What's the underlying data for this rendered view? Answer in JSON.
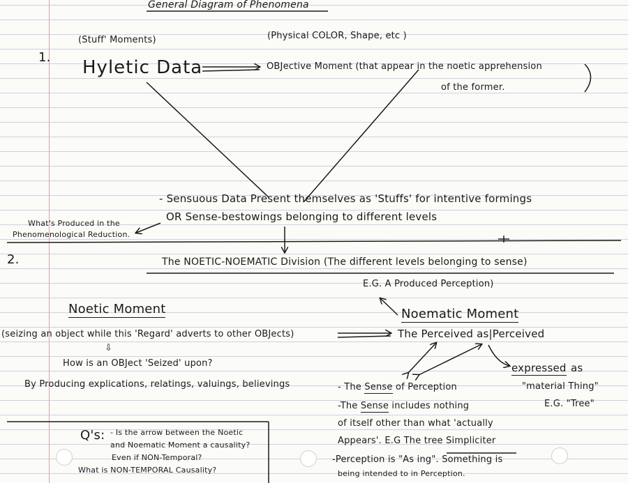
{
  "title": "General Diagram of Phenomena",
  "section1": {
    "number": "1.",
    "stuff_moments": "(Stuff' Moments)",
    "physical": "(Physical COLOR, Shape, etc )",
    "hyletic": "Hyletic Data",
    "objective_line1": "OBJective Moment (that appear in the noetic apprehension",
    "objective_line2": "of the former.",
    "sensuous_line1": "- Sensuous Data Present themselves as 'Stuffs' for intentive formings",
    "sensuous_line2": "OR Sense-bestowings belonging to different levels",
    "produced_line1": "What's Produced in the",
    "produced_line2": "Phenomenological Reduction."
  },
  "section2": {
    "number": "2.",
    "heading": "The NOETIC-NOEMATIC Division (The different levels belonging to sense)",
    "eg_perception": "E.G. A Produced Perception)",
    "noetic_title": "Noetic Moment",
    "noetic_desc": "(seizing an object while this 'Regard' adverts to other OBJects)",
    "noematic_title": "Noematic Moment",
    "perceived": "The Perceived as|Perceived",
    "down_arrow": "⇩",
    "how_seized": "How is an OBJect 'Seized' upon?",
    "by_producing": "By Producing explications, relatings, valuings, believings",
    "expressed_label": "expressed",
    "expressed_as": "as",
    "material_thing": "\"material Thing\"",
    "eg_tree": "E.G. \"Tree\"",
    "sense_line1_a": "- The ",
    "sense_line1_b": "Sense",
    "sense_line1_c": " of Perception",
    "sense_line2_a": "-The ",
    "sense_line2_b": "Sense",
    "sense_line2_c": " includes nothing",
    "sense_line3": "of itself other than what 'actually",
    "sense_line4_a": "Appears'. E.G The tree ",
    "sense_line4_b": "Simpliciter",
    "sense_line5": "-Perception is \"As ing\". Something is",
    "sense_line6": "being intended to in Perception."
  },
  "questions": {
    "label": "Q's:",
    "line1": "- Is the arrow between the Noetic",
    "line2": "and Noematic Moment a causality?",
    "line3": "Even if NON-Temporal?",
    "line4": "What is NON-TEMPORAL Causality?"
  }
}
